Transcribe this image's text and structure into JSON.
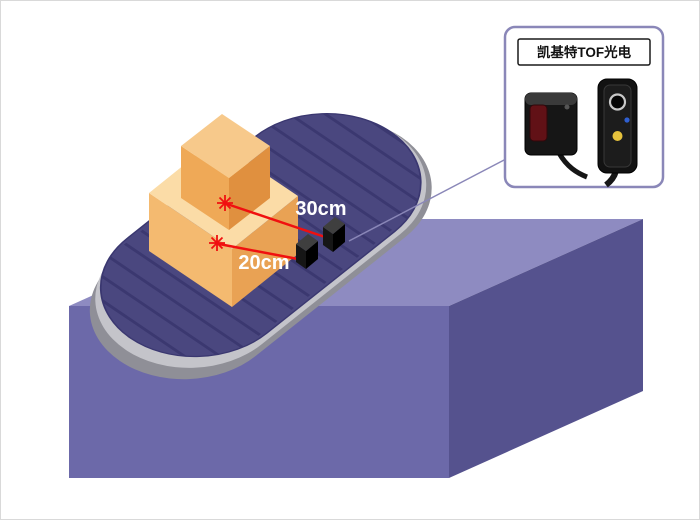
{
  "diagram": {
    "title_hint": "TOF photoelectric sensors measuring box height on a conveyor belt",
    "labels": {
      "upper_distance": "30cm",
      "lower_distance": "20cm",
      "measurement_text_color": "#ffffff"
    },
    "callout": {
      "label": "凯基特TOF光电",
      "icons": {
        "left": "photoelectric-sensor-red-lens-icon",
        "right": "photoelectric-sensor-indicator-icon"
      }
    },
    "colors": {
      "background": "#ffffff",
      "stand_front": "#6c69a9",
      "stand_side": "#55528e",
      "stand_top": "#8e8bc1",
      "belt_top": "#4a477f",
      "belt_stripe": "#3b3870",
      "roller_light": "#c4c4ca",
      "roller_dark": "#8f8f97",
      "box_top": "#fbdca7",
      "box_front": "#f4ba70",
      "box_side": "#e9a254",
      "box2_top": "#f7c98b",
      "box2_front": "#efa957",
      "box2_side": "#e0903f",
      "laser": "#f01010",
      "connector_line": "#8a87b8",
      "callout_border": "#8a87b8",
      "label_box_border": "#1a1a1a",
      "sensor_black": "#161616",
      "lens_red": "#611116",
      "indicator_yellow": "#e6c23c",
      "indicator_blue": "#2f5fd0"
    }
  }
}
